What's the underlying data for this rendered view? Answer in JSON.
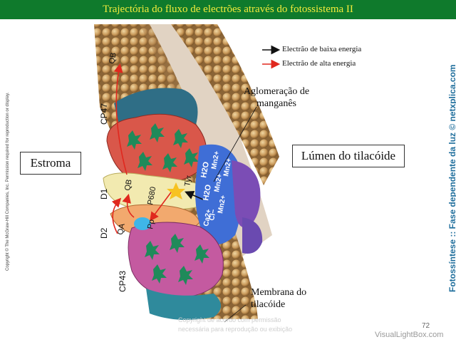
{
  "title": "Trajectória do fluxo de electrões através do fotossistema II",
  "regions": {
    "stroma": "Estroma",
    "lumen": "Lúmen do tilacóide"
  },
  "legend": {
    "low": {
      "label": "Electrão de baixa energia",
      "color": "#111111"
    },
    "high": {
      "label": "Electrão de alta energia",
      "color": "#e0281e"
    }
  },
  "callouts": {
    "manganese_line1": "Aglomeração de",
    "manganese_line2": "manganês",
    "membrane_line1": "Membrana do",
    "membrane_line2": "tilacóide"
  },
  "subunits": {
    "cp47": "CP47",
    "d1": "D1",
    "d2": "D2",
    "cp43": "CP43"
  },
  "molecules": {
    "qb_top": "QB",
    "qb": "QB",
    "qa": "QA",
    "p680": "P680",
    "pp": "Pp",
    "tyr": "Tyr",
    "h2o_1": "H2O",
    "h2o_2": "H2O",
    "mn_1": "Mn2+",
    "mn_2": "Mn2+",
    "mn_3": "Mn2+",
    "mn_4": "Mn2+",
    "ca": "Ca2+",
    "cl": "Cl−"
  },
  "copyright": "Copyright © The McGraw-Hill Companies, Inc. Permission required for reproduction or display.",
  "side_caption": "Fotossíntese :: Fase dependente da luz © netxplica.com",
  "page_number": "72",
  "watermark_line1": "Copyright de acordo com permissão",
  "watermark_line2": "necessária para reprodução ou exibição",
  "watermark_brand": "VisualLightBox.com"
}
